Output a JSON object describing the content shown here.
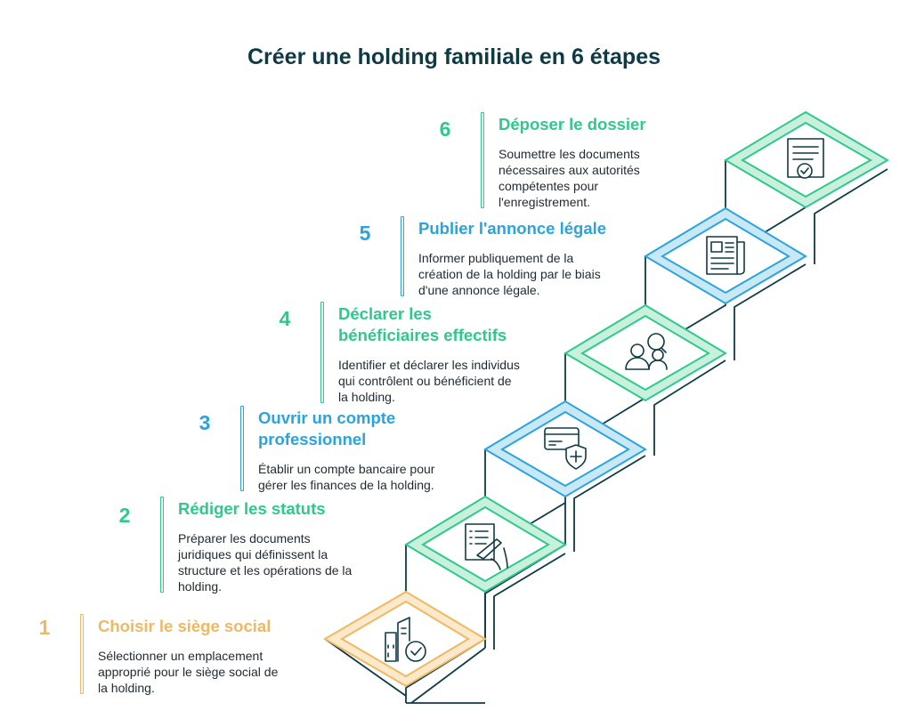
{
  "title": "Créer une holding familiale en 6 étapes",
  "colors": {
    "orange": "#f0b862",
    "green": "#2ec98d",
    "blue": "#2aa4dc",
    "dark": "#0e3a46"
  },
  "steps": [
    {
      "number": "1",
      "heading": "Choisir le siège social",
      "lines": [
        "Sélectionner un emplacement",
        "approprié pour le siège social de",
        "la holding."
      ],
      "icon": "building-check-icon"
    },
    {
      "number": "2",
      "heading": "Rédiger les statuts",
      "lines": [
        "Préparer les documents",
        "juridiques qui définissent la",
        "structure et les opérations de la",
        "holding."
      ],
      "icon": "document-pen-icon"
    },
    {
      "number": "3",
      "heading": [
        "Ouvrir un compte",
        "professionnel"
      ],
      "lines": [
        "Établir un compte bancaire pour",
        "gérer les finances de la holding."
      ],
      "icon": "card-shield-icon"
    },
    {
      "number": "4",
      "heading": [
        "Déclarer les",
        "bénéficiaires effectifs"
      ],
      "lines": [
        "Identifier et déclarer les individus",
        "qui contrôlent ou bénéficient de",
        "la holding."
      ],
      "icon": "people-search-icon"
    },
    {
      "number": "5",
      "heading": "Publier l'annonce légale",
      "lines": [
        "Informer publiquement de la",
        "création de la holding par le biais",
        "d'une annonce légale."
      ],
      "icon": "newspaper-icon"
    },
    {
      "number": "6",
      "heading": "Déposer le dossier",
      "lines": [
        "Soumettre les documents",
        "nécessaires aux autorités",
        "compétentes pour",
        "l'enregistrement."
      ],
      "icon": "certificate-icon"
    }
  ]
}
